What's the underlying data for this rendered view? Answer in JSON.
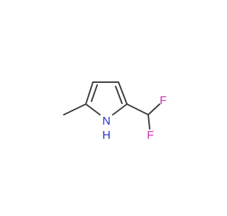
{
  "molecule": {
    "atom_labels": {
      "nitrogen": "N",
      "hydrogen": "H",
      "fluorine_top": "F",
      "fluorine_bottom": "F"
    },
    "colors": {
      "bond": "#3a3a3a",
      "nitrogen": "#2233cc",
      "fluorine": "#cc33aa"
    }
  }
}
